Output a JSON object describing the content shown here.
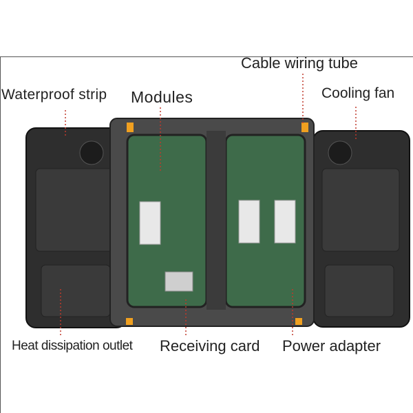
{
  "labels": {
    "waterproof_strip": "Waterproof strip",
    "modules": "Modules",
    "cable_wiring_tube": "Cable wiring tube",
    "cooling_fan": "Cooling fan",
    "heat_dissipation_outlet": "Heat dissipation outlet",
    "receiving_card": "Receiving card",
    "power_adapter": "Power adapter"
  },
  "colors": {
    "leader": "#c0392b",
    "cabinet": "#3a3a3a",
    "pcb": "#3e6b4a",
    "connector": "#f0a020"
  }
}
